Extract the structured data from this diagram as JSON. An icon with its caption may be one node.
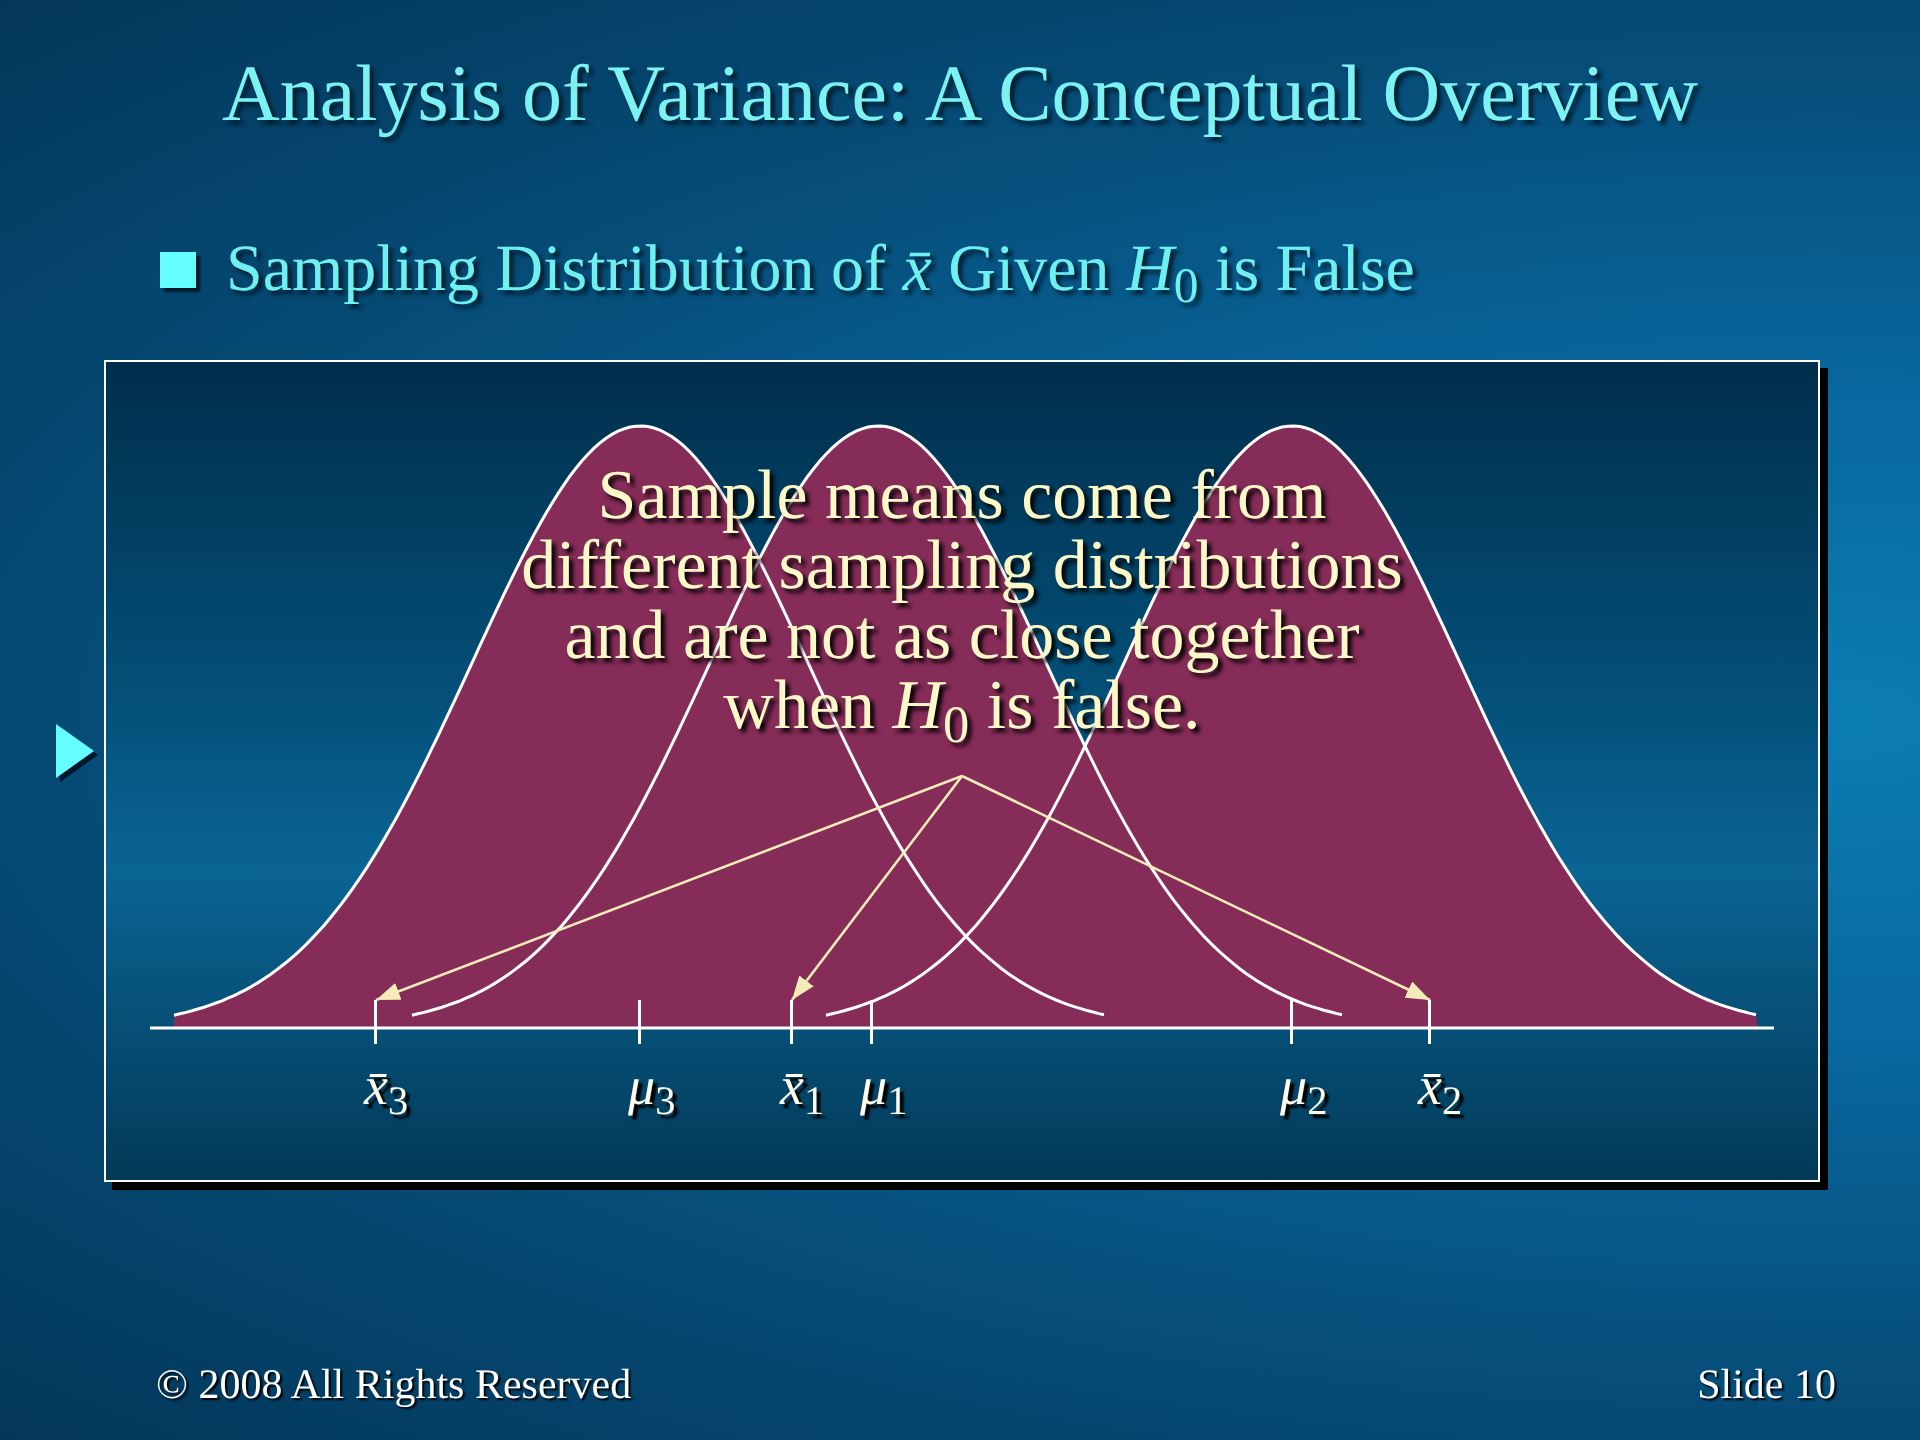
{
  "diagram": {
    "title": "Analysis of Variance: A Conceptual Overview",
    "nodes": [
      {
        "text": [
          "Sample means come from different sampling distributions and are not as close together when *H*$_{0}$ is false."
        ]
      },
      {
        "text": [
          "*x̄*$_{3}$"
        ]
      },
      {
        "text": [
          "*μ*$_{3}$"
        ]
      },
      {
        "text": [
          "*x̄*$_{1}$"
        ]
      },
      {
        "text": [
          "*μ*$_{1}$"
        ]
      },
      {
        "text": [
          "*μ*$_{2}$"
        ]
      },
      {
        "text": [
          "*x̄*$_{2}$"
        ]
      }
    ],
    "edges": [
      {
        "from": 0,
        "to": 1,
        "arrow": "to"
      },
      {
        "from": 0,
        "to": 3,
        "arrow": "to"
      },
      {
        "from": 0,
        "to": 6,
        "arrow": "to"
      }
    ],
    "labels": [
      "Sampling Distribution of *x̄* Given *H*$_{0}$ is False",
      "© 2008 All Rights Reserved",
      "Slide 10"
    ]
  }
}
